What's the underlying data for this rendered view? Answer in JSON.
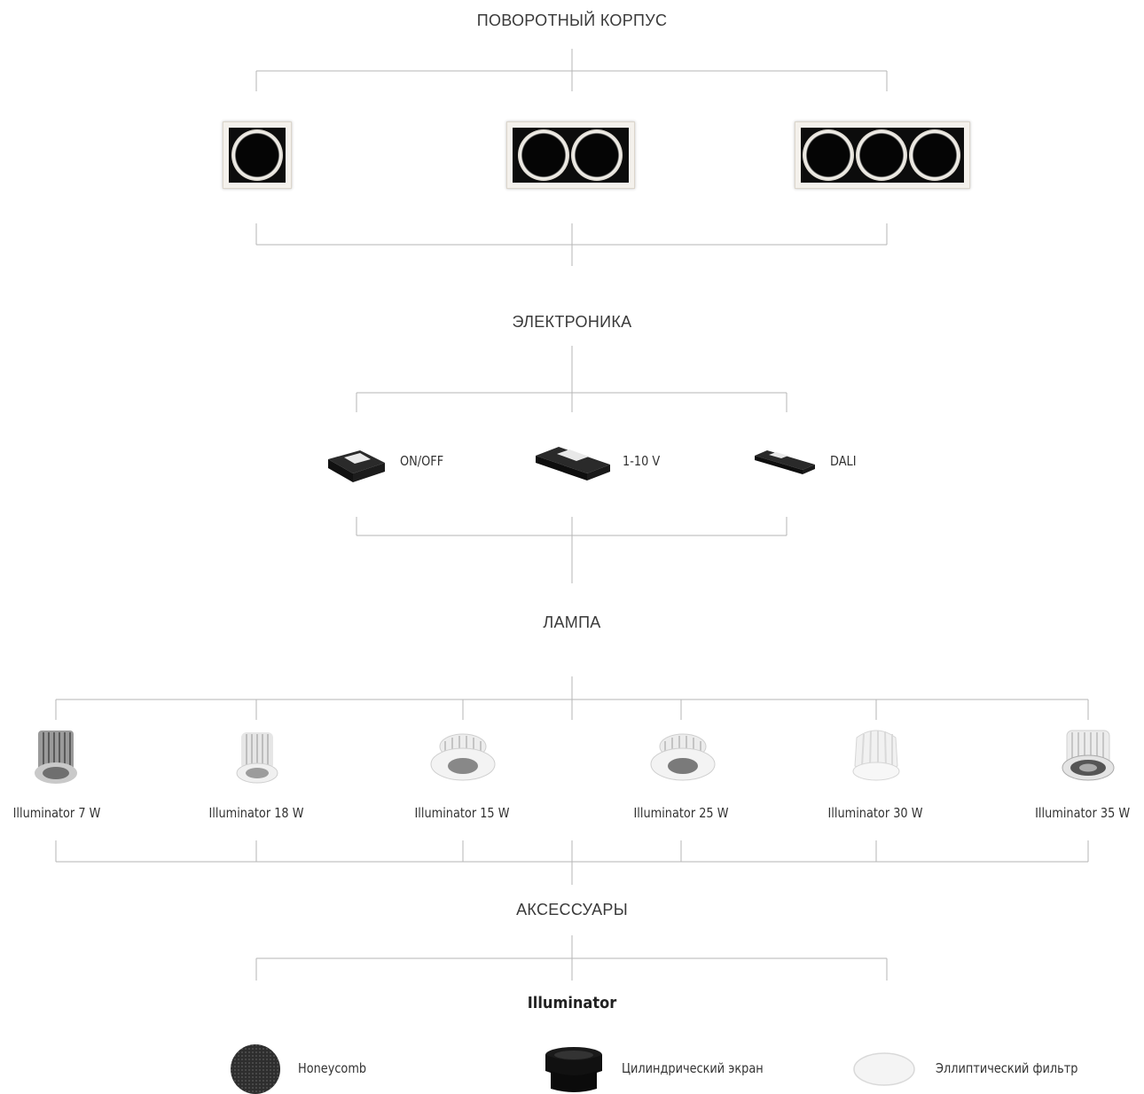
{
  "sections": {
    "housing": "ПОВОРОТНЫЙ КОРПУС",
    "electronics": "ЭЛЕКТРОНИКА",
    "lamp": "ЛАМПА",
    "accessories": "АКСЕССУАРЫ"
  },
  "housings": [
    {
      "icon": "single-housing-icon"
    },
    {
      "icon": "double-housing-icon"
    },
    {
      "icon": "triple-housing-icon"
    }
  ],
  "drivers": [
    {
      "label": "ON/OFF",
      "icon": "driver-onoff-icon"
    },
    {
      "label": "1-10 V",
      "icon": "driver-1-10v-icon"
    },
    {
      "label": "DALI",
      "icon": "driver-dali-icon"
    }
  ],
  "lamps": [
    {
      "label": "Illuminator 7 W",
      "icon": "lamp-7w-icon"
    },
    {
      "label": "Illuminator 18 W",
      "icon": "lamp-18w-icon"
    },
    {
      "label": "Illuminator 15 W",
      "icon": "lamp-15w-icon"
    },
    {
      "label": "Illuminator 25 W",
      "icon": "lamp-25w-icon"
    },
    {
      "label": "Illuminator 30 W",
      "icon": "lamp-30w-icon"
    },
    {
      "label": "Illuminator 35 W",
      "icon": "lamp-35w-icon"
    }
  ],
  "accessories": {
    "group_title": "Illuminator",
    "items": [
      {
        "label": "Honeycomb",
        "icon": "honeycomb-icon"
      },
      {
        "label": "Цилиндрический экран",
        "icon": "cylinder-screen-icon"
      },
      {
        "label": "Эллиптический фильтр",
        "icon": "elliptic-filter-icon"
      }
    ]
  },
  "colors": {
    "line": "#b5b5b5",
    "housing_frame": "#f4f1ec",
    "housing_body": "#0c0c0c"
  }
}
